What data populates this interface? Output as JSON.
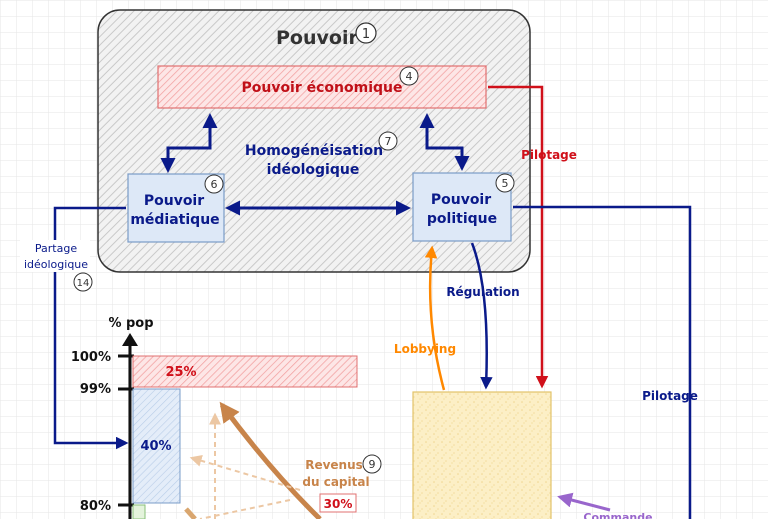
{
  "colors": {
    "navy": "#0a1a8a",
    "red": "#d0101a",
    "orange": "#ff8800",
    "brown": "#c8844a",
    "purple": "#9966cc",
    "box_blue_fill": "#dde8f7",
    "box_blue_stroke": "#7a9cc8",
    "box_red_fill": "#fbdada",
    "box_red_stroke": "#e08080",
    "box_yellow_fill": "#fbefc4",
    "grid": "#e4e4e4"
  },
  "power": {
    "title": "Pouvoir",
    "title_num": "1",
    "economic_label": "Pouvoir économique",
    "economic_num": "4",
    "media_line1": "Pouvoir",
    "media_line2": "médiatique",
    "media_num": "6",
    "political_line1": "Pouvoir",
    "political_line2": "politique",
    "political_num": "5",
    "homog_line1": "Homogénéisation",
    "homog_line2": "idéologique",
    "homog_num": "7"
  },
  "flows": {
    "pilotage_red": "Pilotage",
    "pilotage_navy": "Pilotage",
    "regulation": "Régulation",
    "lobbying": "Lobbying",
    "partage_line1": "Partage",
    "partage_line2": "idéologique",
    "partage_num": "14",
    "commande": "Commande"
  },
  "chart": {
    "y_axis_label": "% pop",
    "ticks": [
      "100%",
      "99%",
      "80%"
    ],
    "top_bar_label": "25%",
    "mid_bar_label": "40%",
    "revenus_line1": "Revenus",
    "revenus_line2": "du capital",
    "revenus_num": "9",
    "revenus_pct": "30%"
  }
}
